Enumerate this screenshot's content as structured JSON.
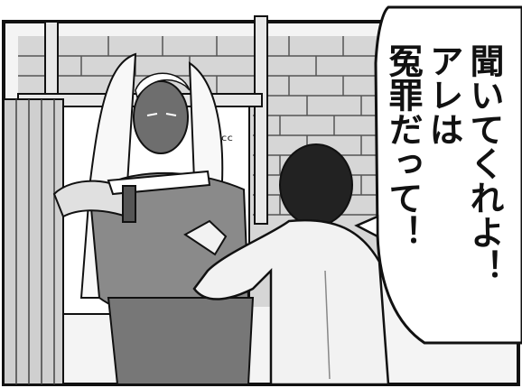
{
  "speech_bubble": {
    "columns": [
      "聞いてくれよ！",
      "アレは",
      "冤罪だって！"
    ]
  },
  "sfx": {
    "text": "ᶜᶜ"
  },
  "colors": {
    "ink": "#111111",
    "paper": "#ffffff",
    "screentone": "#8c8c8c",
    "wall": "#d9d9d9"
  }
}
